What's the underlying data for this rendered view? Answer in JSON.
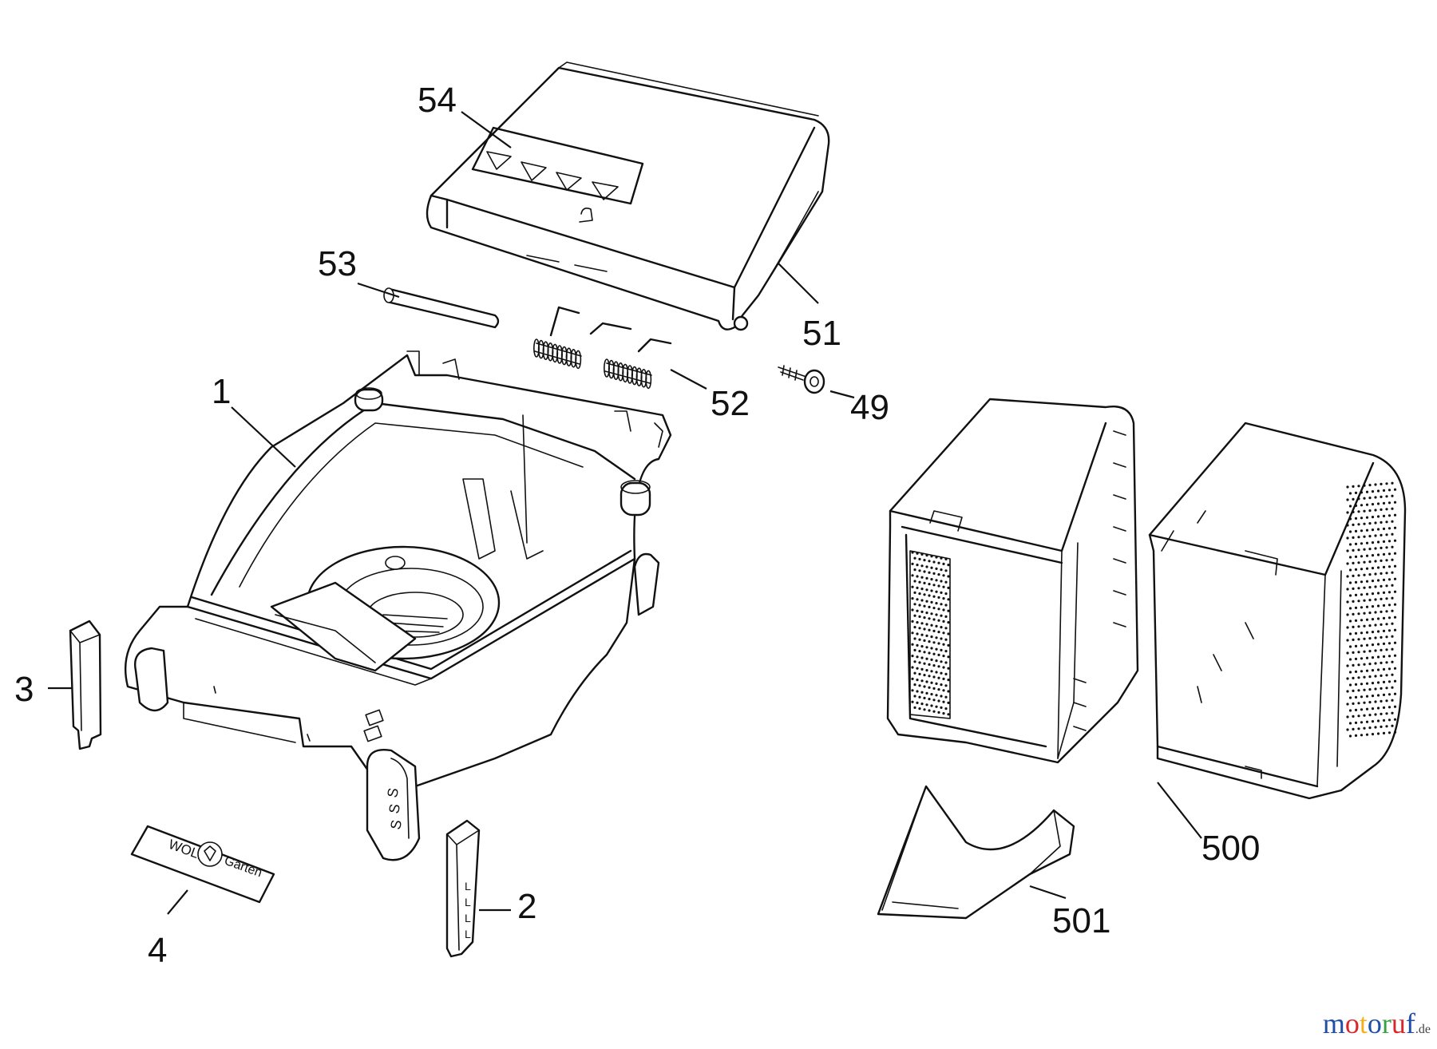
{
  "callouts": {
    "c1": "1",
    "c2": "2",
    "c3": "3",
    "c4": "4",
    "c49": "49",
    "c51": "51",
    "c52": "52",
    "c53": "53",
    "c54": "54",
    "c500": "500",
    "c501": "501"
  },
  "parts": {
    "badge_text_left": "WOLF",
    "badge_text_right": "Garten",
    "height_marks": [
      "L",
      "L",
      "L",
      "L"
    ],
    "side_marks": [
      "S",
      "S",
      "S"
    ]
  },
  "watermark": {
    "letters": [
      "m",
      "o",
      "t",
      "o",
      "r",
      "u",
      "f"
    ],
    "colors": [
      "#1f4fa8",
      "#d9262a",
      "#f2b01e",
      "#1f4fa8",
      "#3aa142",
      "#d9262a",
      "#1f4fa8"
    ],
    "suffix": ".de"
  }
}
